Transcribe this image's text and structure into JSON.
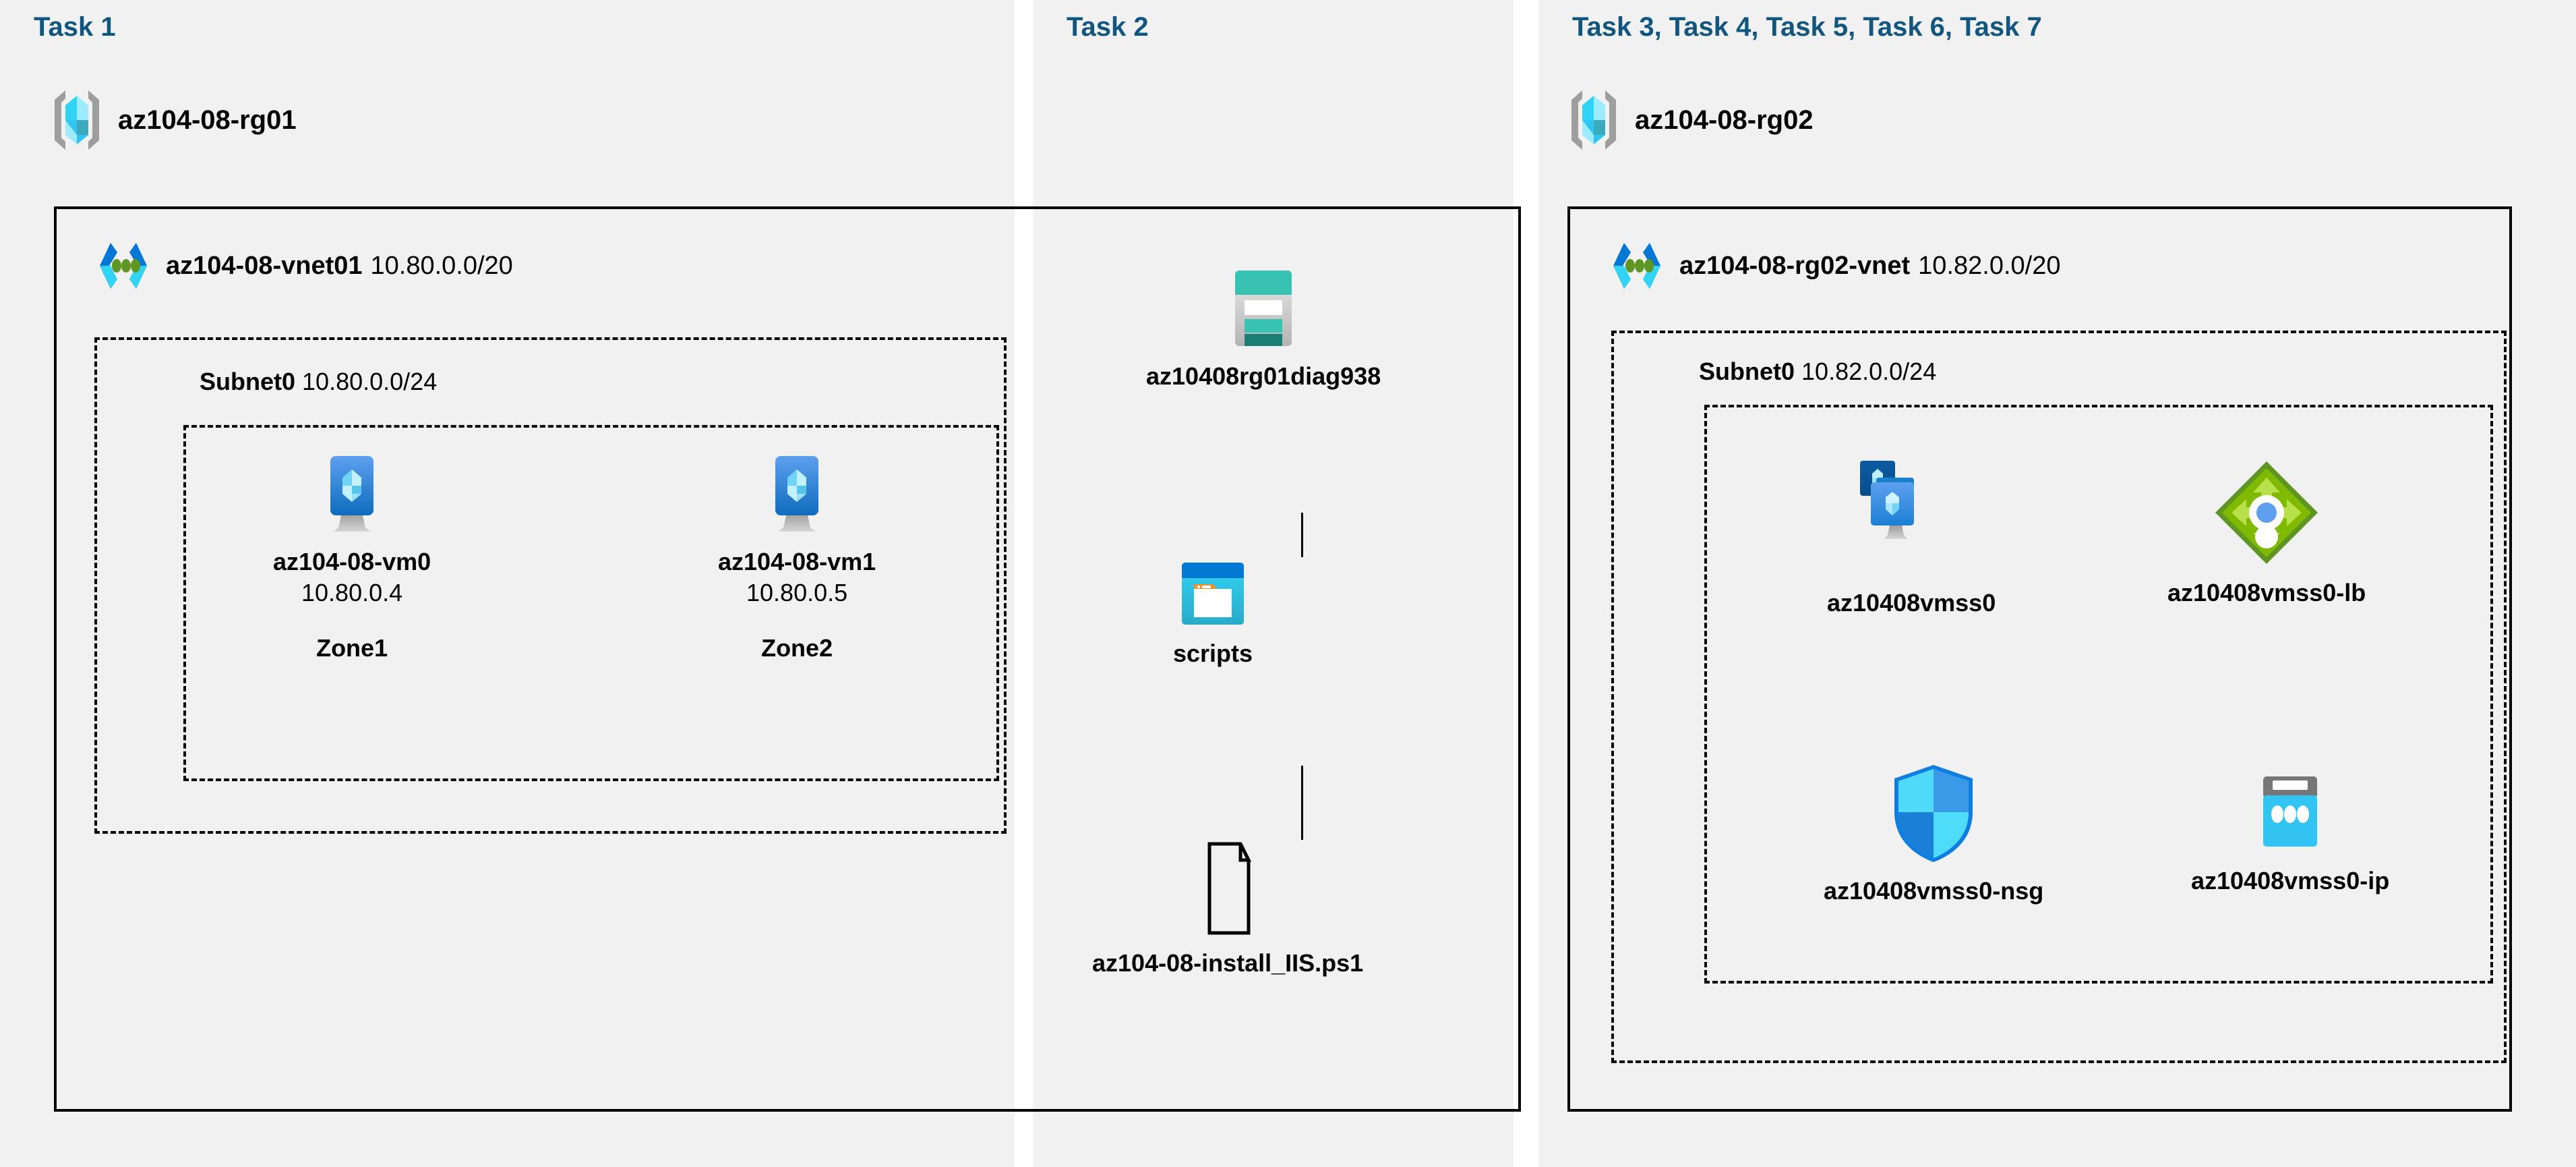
{
  "panels": [
    {
      "id": "task1",
      "title": "Task 1"
    },
    {
      "id": "task2",
      "title": "Task 2"
    },
    {
      "id": "task3",
      "title": "Task 3, Task 4, Task 5, Task 6, Task 7"
    }
  ],
  "colors": {
    "task_title": "#10567f",
    "panel_bg": "#f1f1f1",
    "page_bg": "#ffffff",
    "border": "#000000",
    "vm_blue": "#2f7fd8",
    "vnet_blue": "#0078d4",
    "vnet_cyan": "#32d4f5",
    "vnet_green": "#5e9624",
    "storage_teal": "#37c2b1",
    "storage_teal_dark": "#1b7f75",
    "container_blue": "#0078d4",
    "container_cyan": "#32d4f5",
    "container_orange": "#f78d1e",
    "lb_green": "#7fba00",
    "lb_green_dark": "#5e9624",
    "nsg_blue_light": "#32d4f5",
    "nsg_blue_dark": "#1f7fd6",
    "ip_cyan": "#32c5f4",
    "ip_grey": "#767676",
    "rg_bracket_grey": "#9e9e9e",
    "rg_cube_cyan": "#9cebff"
  },
  "task1": {
    "resource_group": {
      "name": "az104-08-rg01",
      "icon": "resource-group-icon"
    },
    "vnet": {
      "name": "az104-08-vnet01",
      "cidr": "10.80.0.0/20",
      "icon": "virtual-network-icon"
    },
    "subnet": {
      "name": "Subnet0",
      "cidr": "10.80.0.0/24"
    },
    "vms": [
      {
        "name": "az104-08-vm0",
        "ip": "10.80.0.4",
        "zone": "Zone1",
        "icon": "virtual-machine-icon"
      },
      {
        "name": "az104-08-vm1",
        "ip": "10.80.0.5",
        "zone": "Zone2",
        "icon": "virtual-machine-icon"
      }
    ]
  },
  "task2": {
    "storage_account": {
      "name": "az10408rg01diag938",
      "icon": "storage-account-icon"
    },
    "container": {
      "name": "scripts",
      "icon": "blob-container-icon"
    },
    "file": {
      "name": "az104-08-install_IIS.ps1",
      "icon": "file-icon"
    }
  },
  "task3": {
    "resource_group": {
      "name": "az104-08-rg02",
      "icon": "resource-group-icon"
    },
    "vnet": {
      "name": "az104-08-rg02-vnet",
      "cidr": "10.82.0.0/20",
      "icon": "virtual-network-icon"
    },
    "subnet": {
      "name": "Subnet0",
      "cidr": "10.82.0.0/24"
    },
    "resources": [
      {
        "name": "az10408vmss0",
        "icon": "vm-scale-set-icon"
      },
      {
        "name": "az10408vmss0-lb",
        "icon": "load-balancer-icon"
      },
      {
        "name": "az10408vmss0-nsg",
        "icon": "network-security-group-icon"
      },
      {
        "name": "az10408vmss0-ip",
        "icon": "public-ip-address-icon"
      }
    ]
  }
}
